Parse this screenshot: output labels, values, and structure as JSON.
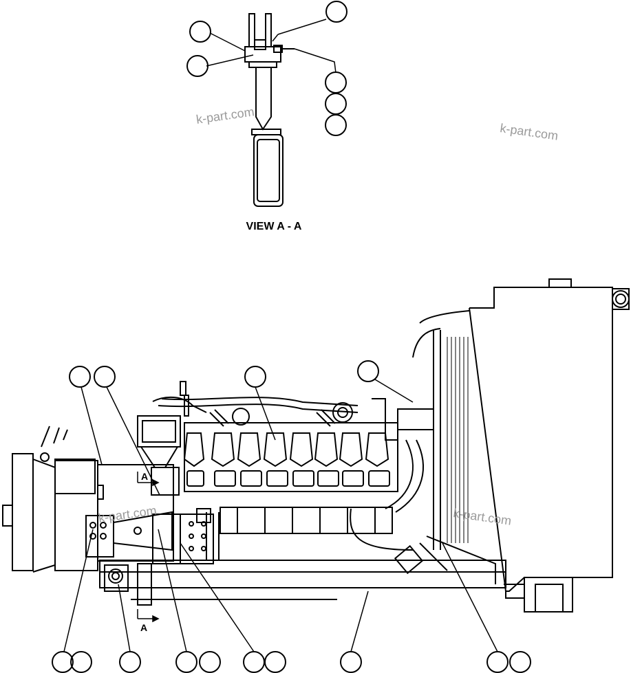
{
  "diagram": {
    "view_label": "VIEW A - A",
    "section_marker": "A",
    "watermark": "k-part.com",
    "line_color": "#000000",
    "background": "#ffffff",
    "watermark_color": "#9a9a9a"
  }
}
